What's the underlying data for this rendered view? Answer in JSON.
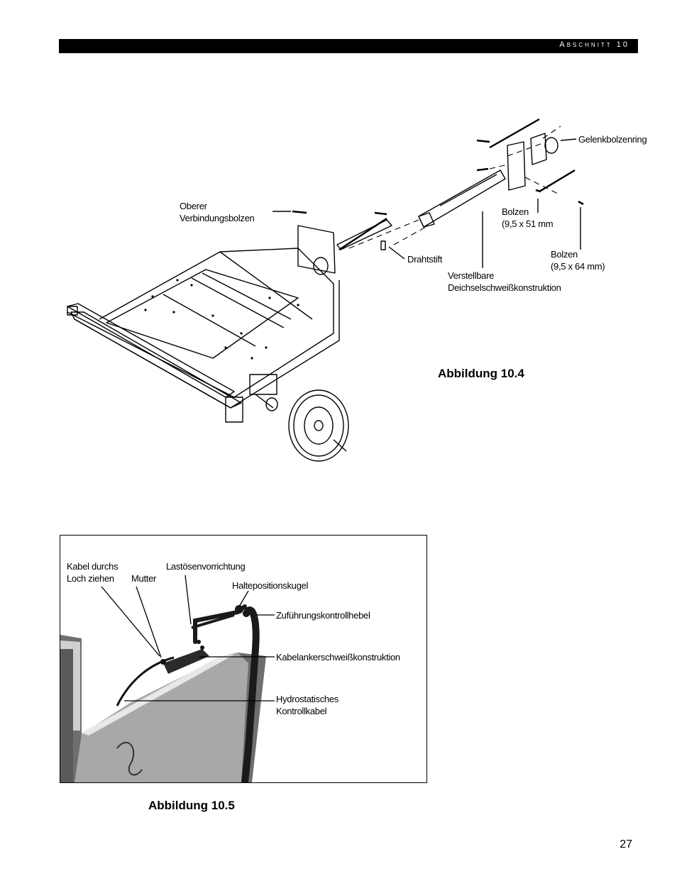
{
  "header": {
    "section": "Abschnitt 10"
  },
  "figure_10_4": {
    "caption": "Abbildung 10.4",
    "labels": {
      "oberer_1": "Oberer",
      "oberer_2": "Verbindungsbolzen",
      "drahtstift": "Drahtstift",
      "gelenkbolzenring": "Gelenkbolzenring",
      "bolzen1_1": "Bolzen",
      "bolzen1_2": "(9,5 x 51 mm",
      "bolzen2_1": "Bolzen",
      "bolzen2_2": "(9,5 x 64 mm)",
      "verstellbare_1": "Verstellbare",
      "verstellbare_2": "Deichselschweißkonstruktion"
    }
  },
  "figure_10_5": {
    "caption": "Abbildung 10.5",
    "labels": {
      "kabel_1": "Kabel durchs",
      "kabel_2": "Loch  ziehen",
      "mutter": "Mutter",
      "lastoesen": "Lastösenvorrichtung",
      "haltepos": "Haltepositionskugel",
      "zufuehrung": "Zuführungskontrollhebel",
      "kabelanker": "Kabelankerschweißkonstruktion",
      "hydro_1": "Hydrostatisches",
      "hydro_2": "Kontrollkabel"
    }
  },
  "page_number": "27"
}
